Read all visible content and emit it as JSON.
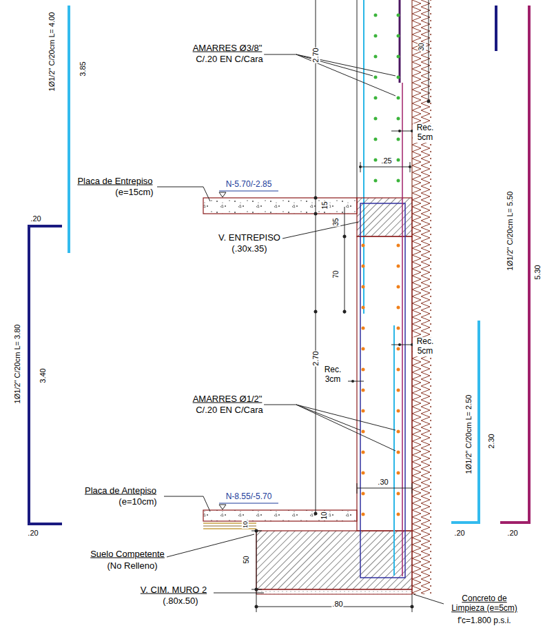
{
  "diagram": {
    "labels": [
      "1Ø1/2\" C/20cm L= 4.00",
      "3.85",
      "2.70",
      "30",
      "AMARRES Ø3/8\"",
      "C/.20 EN C/Cara",
      "Rec. 5cm",
      ".25",
      "Placa de Entrepiso",
      "(e=15cm)",
      "N-5.70/-2.85",
      "15",
      "35",
      ".20",
      "V. ENTREPISO",
      "(.30x.35)",
      "70",
      "1Ø1/2\" C/20cm L= 5.50",
      "5.30",
      "Rec. 5cm",
      "2.70",
      "Rec. 3cm",
      "1Ø1/2\" C/20cm L= 3.80",
      "3.40",
      "AMARRES Ø1/2\"",
      "C/.20 EN C/Cara",
      "1Ø1/2\" C/20cm L= 2.50",
      "2.30",
      ".30",
      "Placa de Antepiso",
      "(e=10cm)",
      "N-8.55/-5.70",
      "10",
      "10",
      ".20",
      ".20",
      ".20",
      "Suelo Competente",
      "(No Relleno)",
      "50",
      "V. CIM. MURO 2",
      "(.80x.50)",
      ".80",
      "Concreto de Limpieza (e=5cm)",
      "f'c=1.800 p.s.i."
    ]
  }
}
